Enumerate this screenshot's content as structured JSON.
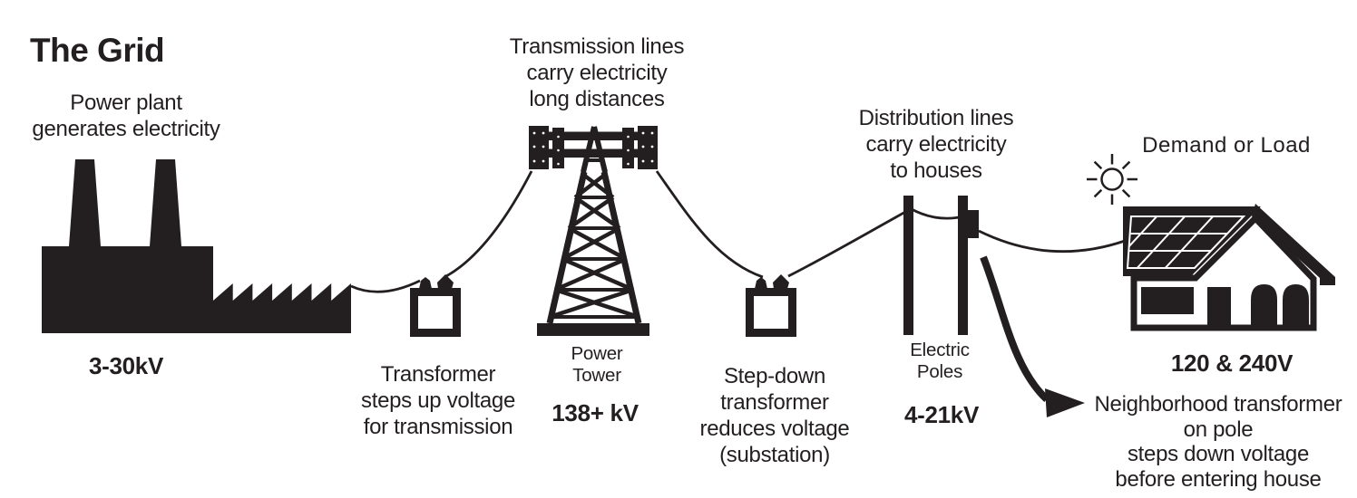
{
  "title": "The Grid",
  "colors": {
    "ink": "#231f20",
    "background": "#ffffff"
  },
  "stages": {
    "power_plant": {
      "caption": [
        "Power plant",
        "generates electricity"
      ],
      "voltage": "3-30kV"
    },
    "step_up_transformer": {
      "caption": [
        "Transformer",
        "steps up voltage",
        "for transmission"
      ]
    },
    "transmission": {
      "caption": [
        "Transmission lines",
        "carry electricity",
        "long distances"
      ],
      "tower_label": [
        "Power",
        "Tower"
      ],
      "voltage": "138+ kV"
    },
    "step_down_transformer": {
      "caption": [
        "Step-down",
        "transformer",
        "reduces voltage",
        "(substation)"
      ]
    },
    "distribution": {
      "caption": [
        "Distribution lines",
        "carry electricity",
        "to houses"
      ],
      "poles_label": [
        "Electric",
        "Poles"
      ],
      "voltage": "4-21kV"
    },
    "neighborhood_transformer": {
      "caption": [
        "Neighborhood transformer",
        "on pole",
        "steps down voltage",
        "before entering house"
      ]
    },
    "load": {
      "caption": "Demand or Load",
      "voltage": "120 & 240V"
    }
  },
  "icons": [
    "power-plant-icon",
    "step-up-transformer-icon",
    "transmission-tower-icon",
    "step-down-transformer-icon",
    "electric-poles-icon",
    "pole-transformer-box-icon",
    "sun-icon",
    "house-solar-icon",
    "callout-arrow-icon",
    "power-line"
  ]
}
